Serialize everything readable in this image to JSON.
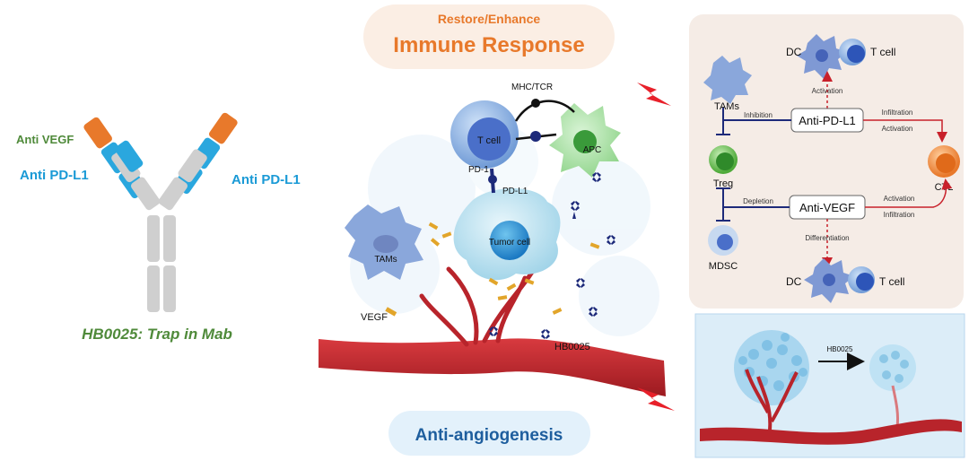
{
  "antibody": {
    "anti_vegf_label": "Anti VEGF",
    "anti_pdl1_left": "Anti PD-L1",
    "anti_pdl1_right": "Anti PD-L1",
    "caption": "HB0025: Trap in Mab"
  },
  "center": {
    "banner_small": "Restore/Enhance",
    "banner_large": "Immune Response",
    "mhc_tcr": "MHC/TCR",
    "t_cell": "T cell",
    "apc": "APC",
    "pd1": "PD-1",
    "pdl1": "PD-L1",
    "tumor_cell": "Tumor cell",
    "tams": "TAMs",
    "vegf": "VEGF",
    "hb0025": "HB0025",
    "bottom_banner": "Anti-angiogenesis"
  },
  "mechanism": {
    "dc_top": "DC",
    "t_cell_top": "T cell",
    "activation_top": "Activation",
    "tams": "TAMs",
    "inhibition": "Inhibition",
    "anti_pdl1_box": "Anti-PD-L1",
    "infiltration_1": "Infiltration",
    "activation_1": "Activation",
    "treg": "Treg",
    "ctl": "CTL",
    "depletion": "Depletion",
    "anti_vegf_box": "Anti-VEGF",
    "activation_2": "Activation",
    "infiltration_2": "Infiltration",
    "mdsc": "MDSC",
    "differentiation": "Differentiation",
    "dc_bottom": "DC",
    "t_cell_bottom": "T cell"
  },
  "tumor_panel": {
    "arrow_label": "HB0025"
  },
  "colors": {
    "green_text": "#4f8a3a",
    "blue_text": "#1a9ad6",
    "orange_text": "#e8792b",
    "dark_blue": "#1e5e9e",
    "red": "#c8202a",
    "navy": "#1d2a7a"
  }
}
